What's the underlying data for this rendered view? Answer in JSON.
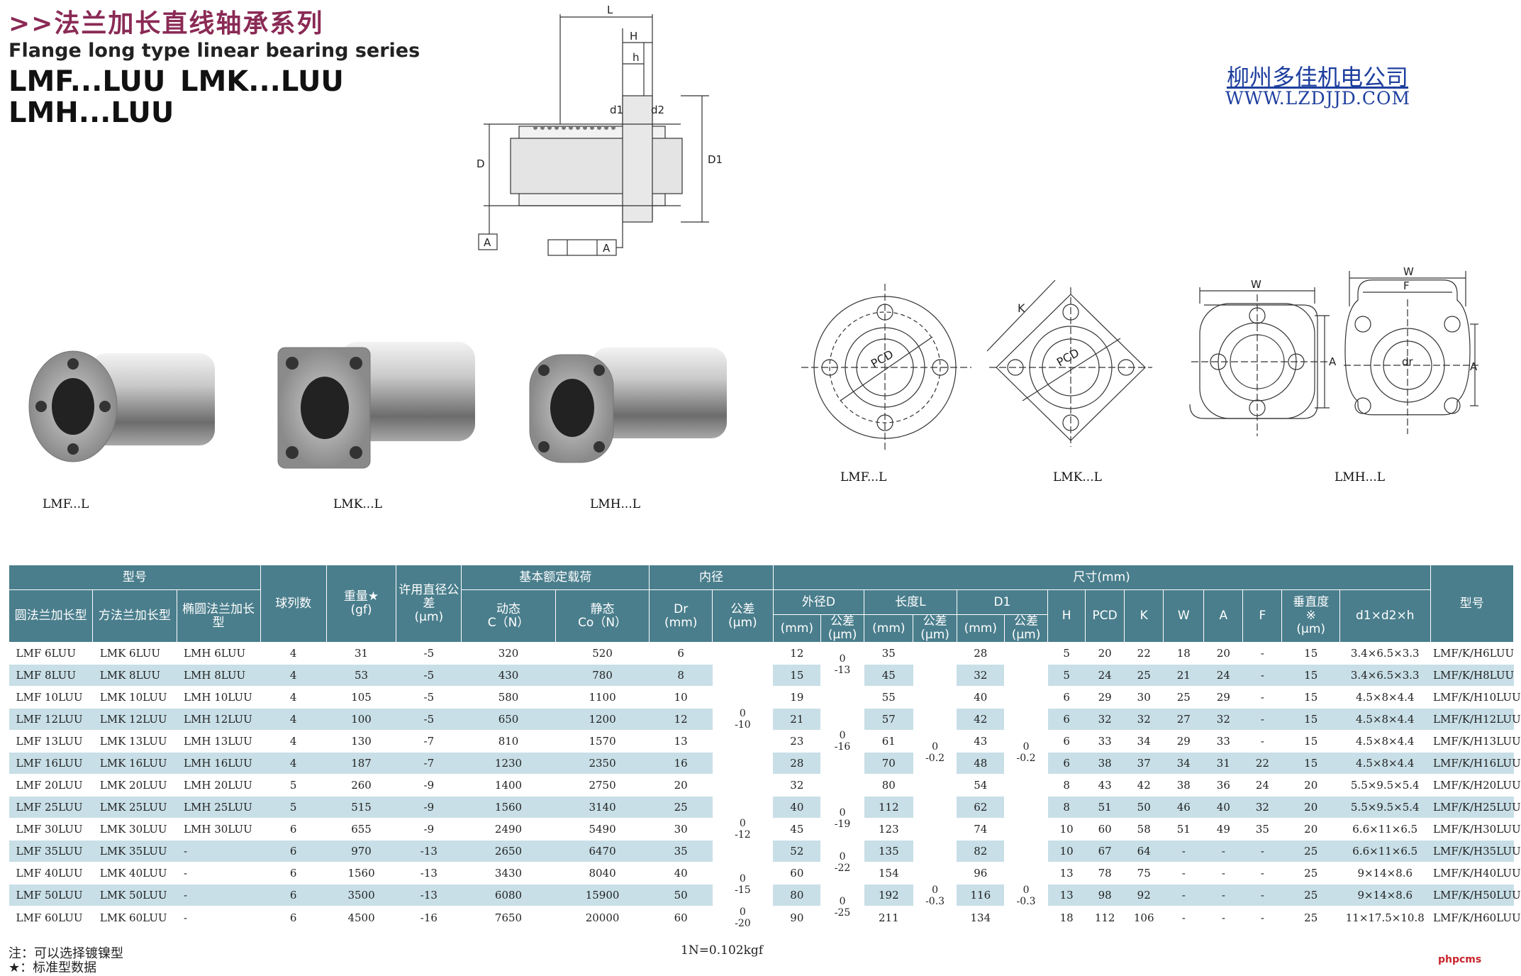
{
  "header": {
    "title_cn": ">>法兰加长直线轴承系列",
    "title_en": "Flange long  type linear bearing series",
    "series_1": "LMF...LUU",
    "series_2": "LMK...LUU",
    "series_3": "LMH...LUU"
  },
  "company": {
    "name_cn": "柳州多佳机电公司",
    "url": "WWW.LZDJJD.COM"
  },
  "drawing_labels": {
    "L": "L",
    "H": "H",
    "h": "h",
    "d1": "d1",
    "d2": "d2",
    "D": "D",
    "D1": "D1",
    "datum": "A",
    "tolerance_frame_datum": "A",
    "PCD": "PCD",
    "K": "K",
    "W": "W",
    "F": "F",
    "A": "A",
    "dr": "dr"
  },
  "photo_captions": [
    "LMF...L",
    "LMK...L",
    "LMH...L"
  ],
  "drawing_captions": [
    "LMF...L",
    "LMK...L",
    "LMH...L"
  ],
  "table": {
    "headers": {
      "model": "型号",
      "round": "圆法兰加长型",
      "square": "方法兰加长型",
      "oval": "椭圆法兰加长型",
      "balls": "球列数",
      "weight": "重量",
      "weight_star": "★",
      "weight_unit": "(gf)",
      "tolerance": "许用直径公差",
      "tolerance_unit": "(μm)",
      "load": "基本额定载荷",
      "dynamic": "动态",
      "dynamic_unit": "C（N）",
      "static": "静态",
      "static_unit": "Co（N）",
      "inner": "内径",
      "dr": "Dr",
      "mm": "(mm)",
      "tol": "公差",
      "um": "(μm)",
      "dims": "尺寸(mm)",
      "outer": "外径D",
      "length": "长度L",
      "d1": "D1",
      "H": "H",
      "PCD": "PCD",
      "K": "K",
      "W": "W",
      "A": "A",
      "F": "F",
      "perp": "垂直度",
      "perp_mark": "※",
      "bolt": "d1×d2×h",
      "model_right": "型号"
    },
    "rows": [
      {
        "lmf": "LMF 6LUU",
        "lmk": "LMK 6LUU",
        "lmh": "LMH 6LUU",
        "balls": "4",
        "weight": "31",
        "tol": "-5",
        "c": "320",
        "co": "520",
        "dr": "6",
        "D": "12",
        "L": "35",
        "D1": "28",
        "H": "5",
        "PCD": "20",
        "K": "22",
        "W": "18",
        "A": "20",
        "F": "-",
        "perp": "15",
        "bolt": "3.4×6.5×3.3",
        "model": "LMF/K/H6LUU"
      },
      {
        "lmf": "LMF 8LUU",
        "lmk": "LMK 8LUU",
        "lmh": "LMH 8LUU",
        "balls": "4",
        "weight": "53",
        "tol": "-5",
        "c": "430",
        "co": "780",
        "dr": "8",
        "D": "15",
        "L": "45",
        "D1": "32",
        "H": "5",
        "PCD": "24",
        "K": "25",
        "W": "21",
        "A": "24",
        "F": "-",
        "perp": "15",
        "bolt": "3.4×6.5×3.3",
        "model": "LMF/K/H8LUU"
      },
      {
        "lmf": "LMF 10LUU",
        "lmk": "LMK 10LUU",
        "lmh": "LMH 10LUU",
        "balls": "4",
        "weight": "105",
        "tol": "-5",
        "c": "580",
        "co": "1100",
        "dr": "10",
        "D": "19",
        "L": "55",
        "D1": "40",
        "H": "6",
        "PCD": "29",
        "K": "30",
        "W": "25",
        "A": "29",
        "F": "-",
        "perp": "15",
        "bolt": "4.5×8×4.4",
        "model": "LMF/K/H10LUU"
      },
      {
        "lmf": "LMF 12LUU",
        "lmk": "LMK 12LUU",
        "lmh": "LMH 12LUU",
        "balls": "4",
        "weight": "100",
        "tol": "-5",
        "c": "650",
        "co": "1200",
        "dr": "12",
        "D": "21",
        "L": "57",
        "D1": "42",
        "H": "6",
        "PCD": "32",
        "K": "32",
        "W": "27",
        "A": "32",
        "F": "-",
        "perp": "15",
        "bolt": "4.5×8×4.4",
        "model": "LMF/K/H12LUU"
      },
      {
        "lmf": "LMF 13LUU",
        "lmk": "LMK 13LUU",
        "lmh": "LMH 13LUU",
        "balls": "4",
        "weight": "130",
        "tol": "-7",
        "c": "810",
        "co": "1570",
        "dr": "13",
        "D": "23",
        "L": "61",
        "D1": "43",
        "H": "6",
        "PCD": "33",
        "K": "34",
        "W": "29",
        "A": "33",
        "F": "-",
        "perp": "15",
        "bolt": "4.5×8×4.4",
        "model": "LMF/K/H13LUU"
      },
      {
        "lmf": "LMF 16LUU",
        "lmk": "LMK 16LUU",
        "lmh": "LMH 16LUU",
        "balls": "4",
        "weight": "187",
        "tol": "-7",
        "c": "1230",
        "co": "2350",
        "dr": "16",
        "D": "28",
        "L": "70",
        "D1": "48",
        "H": "6",
        "PCD": "38",
        "K": "37",
        "W": "34",
        "A": "31",
        "F": "22",
        "perp": "15",
        "bolt": "4.5×8×4.4",
        "model": "LMF/K/H16LUU"
      },
      {
        "lmf": "LMF 20LUU",
        "lmk": "LMK 20LUU",
        "lmh": "LMH 20LUU",
        "balls": "5",
        "weight": "260",
        "tol": "-9",
        "c": "1400",
        "co": "2750",
        "dr": "20",
        "D": "32",
        "L": "80",
        "D1": "54",
        "H": "8",
        "PCD": "43",
        "K": "42",
        "W": "38",
        "A": "36",
        "F": "24",
        "perp": "20",
        "bolt": "5.5×9.5×5.4",
        "model": "LMF/K/H20LUU"
      },
      {
        "lmf": "LMF 25LUU",
        "lmk": "LMK 25LUU",
        "lmh": "LMH 25LUU",
        "balls": "5",
        "weight": "515",
        "tol": "-9",
        "c": "1560",
        "co": "3140",
        "dr": "25",
        "D": "40",
        "L": "112",
        "D1": "62",
        "H": "8",
        "PCD": "51",
        "K": "50",
        "W": "46",
        "A": "40",
        "F": "32",
        "perp": "20",
        "bolt": "5.5×9.5×5.4",
        "model": "LMF/K/H25LUU"
      },
      {
        "lmf": "LMF 30LUU",
        "lmk": "LMK 30LUU",
        "lmh": "LMH 30LUU",
        "balls": "6",
        "weight": "655",
        "tol": "-9",
        "c": "2490",
        "co": "5490",
        "dr": "30",
        "D": "45",
        "L": "123",
        "D1": "74",
        "H": "10",
        "PCD": "60",
        "K": "58",
        "W": "51",
        "A": "49",
        "F": "35",
        "perp": "20",
        "bolt": "6.6×11×6.5",
        "model": "LMF/K/H30LUU"
      },
      {
        "lmf": "LMF 35LUU",
        "lmk": "LMK 35LUU",
        "lmh": "-",
        "balls": "6",
        "weight": "970",
        "tol": "-13",
        "c": "2650",
        "co": "6470",
        "dr": "35",
        "D": "52",
        "L": "135",
        "D1": "82",
        "H": "10",
        "PCD": "67",
        "K": "64",
        "W": "-",
        "A": "-",
        "F": "-",
        "perp": "25",
        "bolt": "6.6×11×6.5",
        "model": "LMF/K/H35LUU"
      },
      {
        "lmf": "LMF 40LUU",
        "lmk": "LMK 40LUU",
        "lmh": "-",
        "balls": "6",
        "weight": "1560",
        "tol": "-13",
        "c": "3430",
        "co": "8040",
        "dr": "40",
        "D": "60",
        "L": "154",
        "D1": "96",
        "H": "13",
        "PCD": "78",
        "K": "75",
        "W": "-",
        "A": "-",
        "F": "-",
        "perp": "25",
        "bolt": "9×14×8.6",
        "model": "LMF/K/H40LUU"
      },
      {
        "lmf": "LMF 50LUU",
        "lmk": "LMK 50LUU",
        "lmh": "-",
        "balls": "6",
        "weight": "3500",
        "tol": "-13",
        "c": "6080",
        "co": "15900",
        "dr": "50",
        "D": "80",
        "L": "192",
        "D1": "116",
        "H": "13",
        "PCD": "98",
        "K": "92",
        "W": "-",
        "A": "-",
        "F": "-",
        "perp": "25",
        "bolt": "9×14×8.6",
        "model": "LMF/K/H50LUU"
      },
      {
        "lmf": "LMF 60LUU",
        "lmk": "LMK 60LUU",
        "lmh": "-",
        "balls": "6",
        "weight": "4500",
        "tol": "-16",
        "c": "7650",
        "co": "20000",
        "dr": "60",
        "D": "90",
        "L": "211",
        "D1": "134",
        "H": "18",
        "PCD": "112",
        "K": "106",
        "W": "-",
        "A": "-",
        "F": "-",
        "perp": "25",
        "bolt": "11×17.5×10.8",
        "model": "LMF/K/H60LUU"
      }
    ],
    "tolerances": {
      "dr_a": "0\n-10",
      "dr_b": "0\n-12",
      "dr_c": "0\n-15",
      "dr_d": "0\n-20",
      "D_a": "0\n-13",
      "D_b": "0\n-16",
      "D_c": "0\n-19",
      "D_d": "0\n-22",
      "D_e": "0\n-25",
      "L_a": "0\n-0.2",
      "L_b": "0\n-0.3",
      "D1_a": "0\n-0.2",
      "D1_b": "0\n-0.3"
    }
  },
  "notes": {
    "note1": "注：可以选择镀镍型",
    "note2": "★：标准型数据",
    "unit": "1N=0.102kgf"
  },
  "watermark": "phpcms"
}
